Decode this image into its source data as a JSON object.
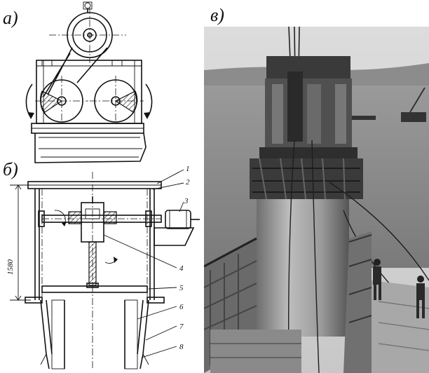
{
  "panels": {
    "a": "а)",
    "b": "б)",
    "v": "в)"
  },
  "callouts": [
    "1",
    "2",
    "3",
    "4",
    "5",
    "6",
    "7",
    "8"
  ],
  "dimension": "1580",
  "colors": {
    "ink": "#111111",
    "paper": "#ffffff",
    "photo_dark": "#2a2a2a",
    "photo_light": "#d6d6d6"
  }
}
